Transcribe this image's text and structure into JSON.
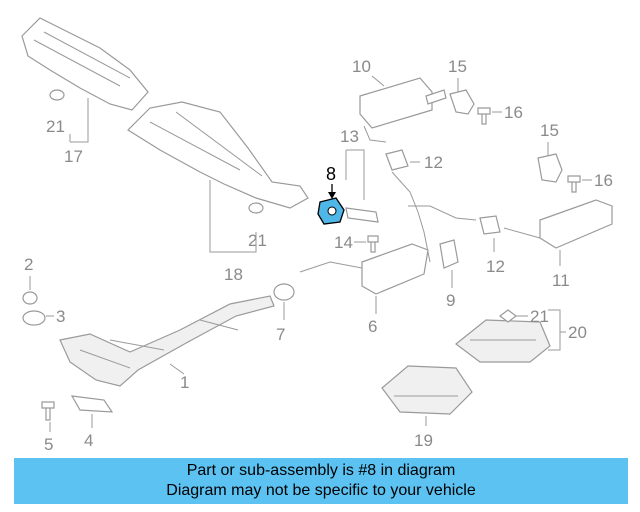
{
  "diagram": {
    "highlight_color": "#4fb6e8",
    "labels": {
      "p1": "1",
      "p2": "2",
      "p3": "3",
      "p4": "4",
      "p5": "5",
      "p6": "6",
      "p7": "7",
      "p8": "8",
      "p9": "9",
      "p10": "10",
      "p11": "11",
      "p12a": "12",
      "p12b": "12",
      "p13": "13",
      "p14": "14",
      "p15a": "15",
      "p15b": "15",
      "p16a": "16",
      "p16b": "16",
      "p17": "17",
      "p18": "18",
      "p19": "19",
      "p20": "20",
      "p21a": "21",
      "p21b": "21",
      "p21c": "21"
    }
  },
  "banner": {
    "color": "#5bc2f2",
    "line1": "Part or sub-assembly is #8 in diagram",
    "line2": "Diagram may not be specific to your vehicle"
  }
}
